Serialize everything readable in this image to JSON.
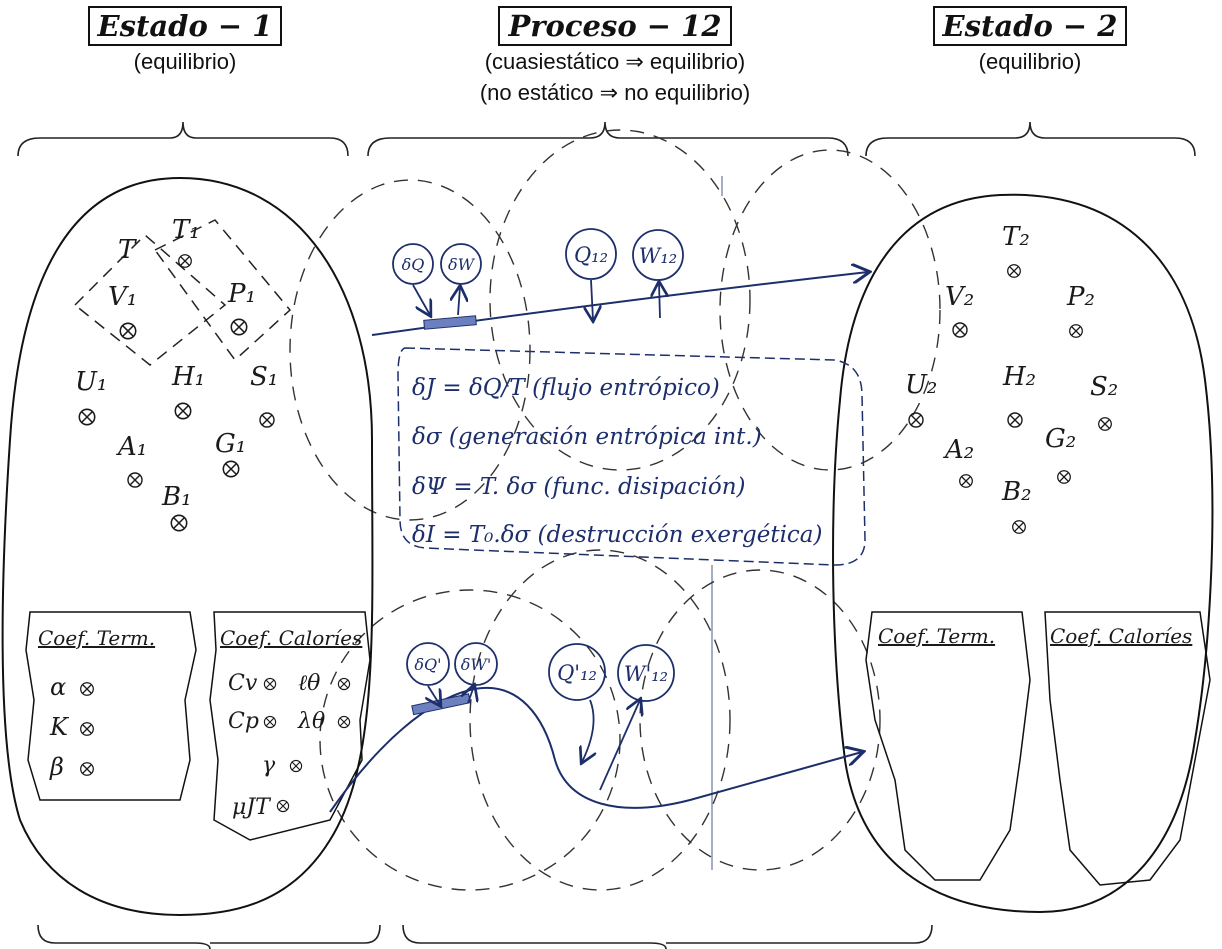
{
  "headers": {
    "state1": {
      "title": "Estado − 1",
      "sub": "(equilibrio)"
    },
    "process": {
      "title": "Proceso − 12",
      "sub1": "(cuasiestático ⇒ equilibrio)",
      "sub2": "(no estático ⇒ no equilibrio)"
    },
    "state2": {
      "title": "Estado − 2",
      "sub": "(equilibrio)"
    }
  },
  "state1": {
    "props": [
      "T",
      "T₁",
      "V₁",
      "P₁",
      "U₁",
      "H₁",
      "S₁",
      "A₁",
      "G₁",
      "B₁"
    ],
    "coef_term": {
      "title": "Coef. Term.",
      "items": [
        "α",
        "K",
        "β"
      ]
    },
    "coef_calor": {
      "title": "Coef. Caloríes",
      "items": [
        "Cv",
        "ℓθ",
        "Cp",
        "λθ",
        "γ",
        "μJT"
      ]
    }
  },
  "state2": {
    "props": [
      "T₂",
      "V₂",
      "P₂",
      "U₂",
      "H₂",
      "S₂",
      "A₂",
      "G₂",
      "B₂"
    ],
    "coef_term": {
      "title": "Coef. Term."
    },
    "coef_calor": {
      "title": "Coef. Caloríes"
    }
  },
  "process": {
    "top_circles": [
      "δQ",
      "δW",
      "Q₁₂",
      "W₁₂"
    ],
    "bottom_circles": [
      "δQ'",
      "δW'",
      "Q'₁₂",
      "W'₁₂"
    ],
    "formulas": [
      "δJ = δQ/T (flujo entrópico)",
      "δσ (generación entrópica int.)",
      "δΨ = T. δσ (func. disipación)",
      "δI = T₀.δσ (destrucción exergética)"
    ]
  },
  "colors": {
    "ink": "#1a1a1a",
    "blue": "#1d2f6b"
  }
}
